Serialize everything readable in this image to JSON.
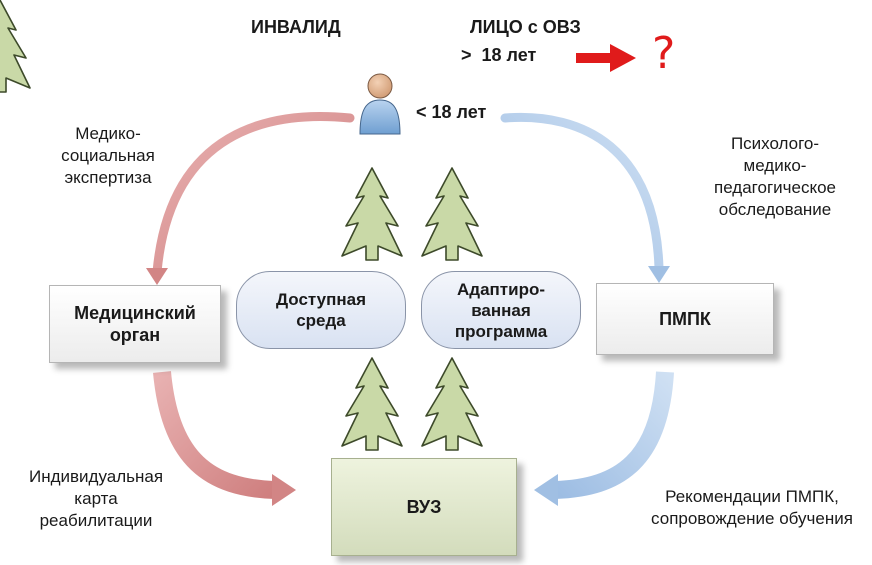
{
  "header": {
    "invalid": "ИНВАЛИД",
    "ovz": "ЛИЦО с ОВЗ",
    "over18": ">  18 лет",
    "question": "?",
    "under18": "< 18 лет"
  },
  "left_label": [
    "Медико-",
    "социальная",
    "экспертиза"
  ],
  "right_label": [
    "Психолого-",
    "медико-",
    "педагогическое",
    "обследование"
  ],
  "boxes": {
    "medical": [
      "Медицинский",
      "орган"
    ],
    "pmpk": "ПМПК",
    "vuz": "ВУЗ"
  },
  "pills": {
    "access": [
      "Доступная",
      "среда"
    ],
    "program": [
      "Адаптиро-",
      "ванная",
      "программа"
    ]
  },
  "bottom_left_label": [
    "Индивидуальная",
    "карта",
    "реабилитации"
  ],
  "bottom_right_label": [
    "Рекомендации ПМПК,",
    "сопровождение обучения"
  ],
  "colors": {
    "red_arrow": "#d98c8c",
    "blue_arrow": "#a9c4e6",
    "green_tree": "#c8d9a8",
    "accent_red": "#e01b1b"
  }
}
